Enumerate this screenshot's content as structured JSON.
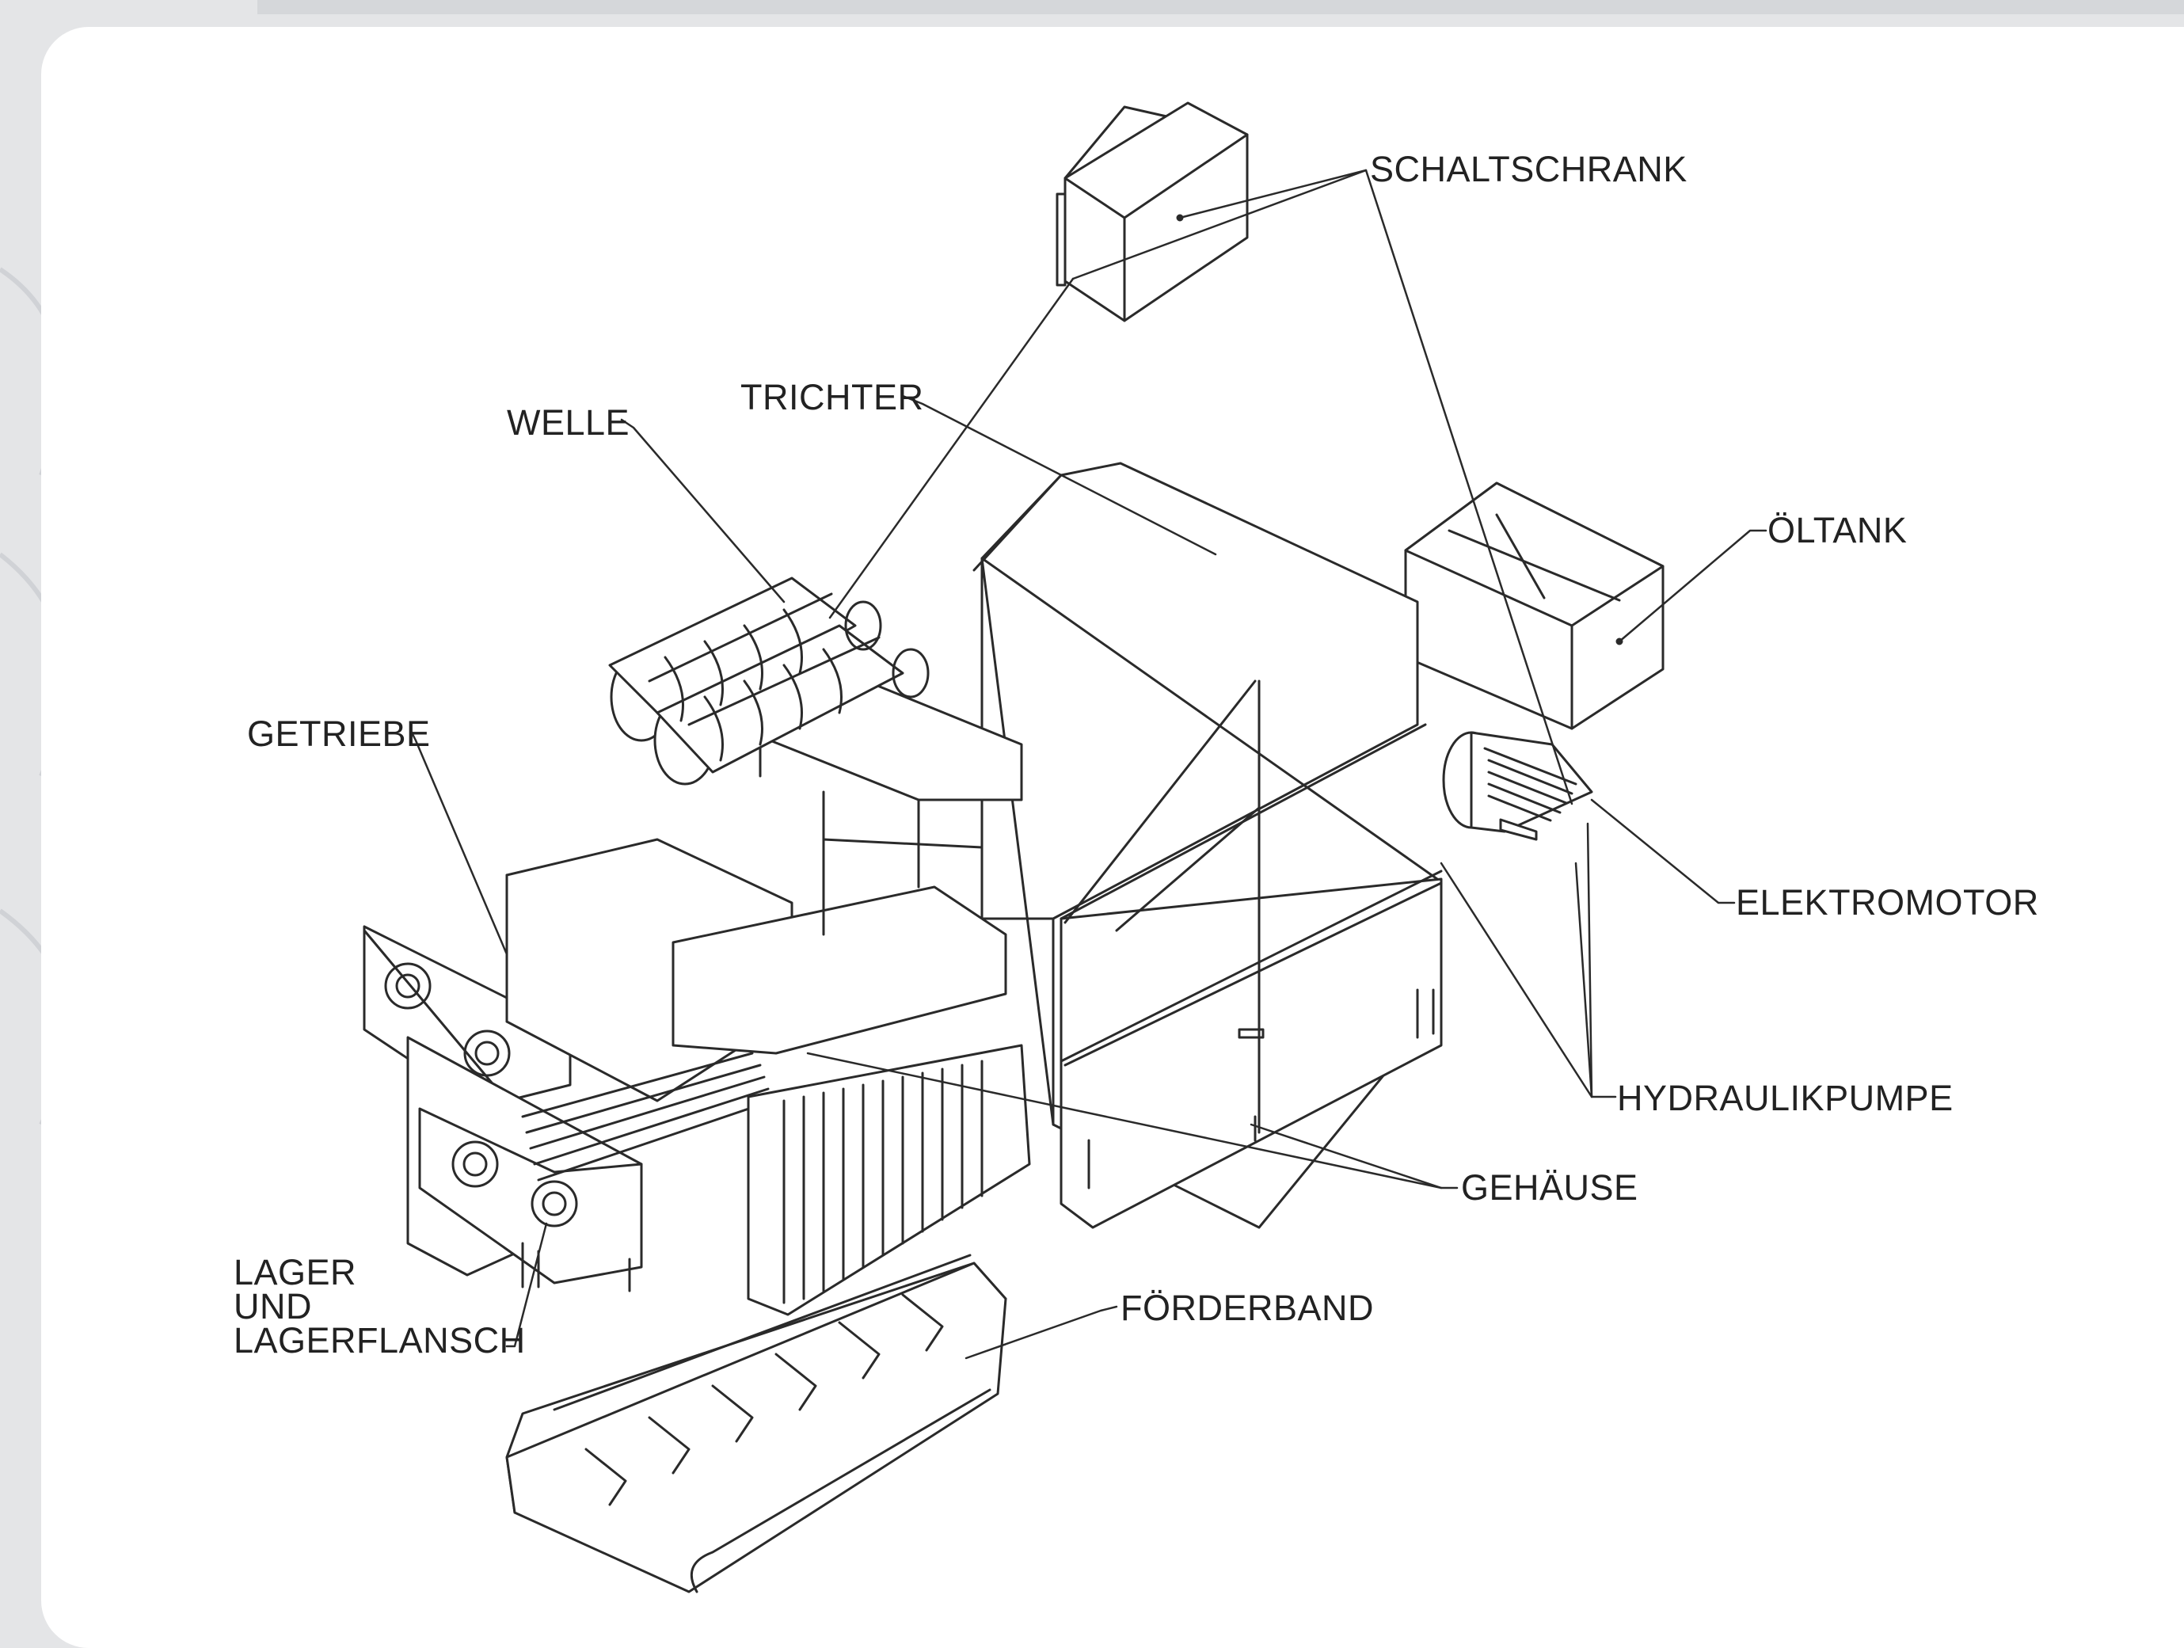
{
  "labels": {
    "schaltschrank": "SCHALTSCHRANK",
    "trichter": "TRICHTER",
    "welle": "WELLE",
    "oeltank": "ÖLTANK",
    "getriebe": "GETRIEBE",
    "elektromotor": "ELEKTROMOTOR",
    "hydraulikpumpe": "HYDRAULIKPUMPE",
    "gehaeuse": "GEHÄUSE",
    "lager_line1": "LAGER",
    "lager_line2": "UND",
    "lager_line3": "LAGERFLANSCH",
    "foerderband": "FÖRDERBAND"
  },
  "colors": {
    "background": "#e4e5e7",
    "card": "#ffffff",
    "line": "#2a2a2a"
  }
}
